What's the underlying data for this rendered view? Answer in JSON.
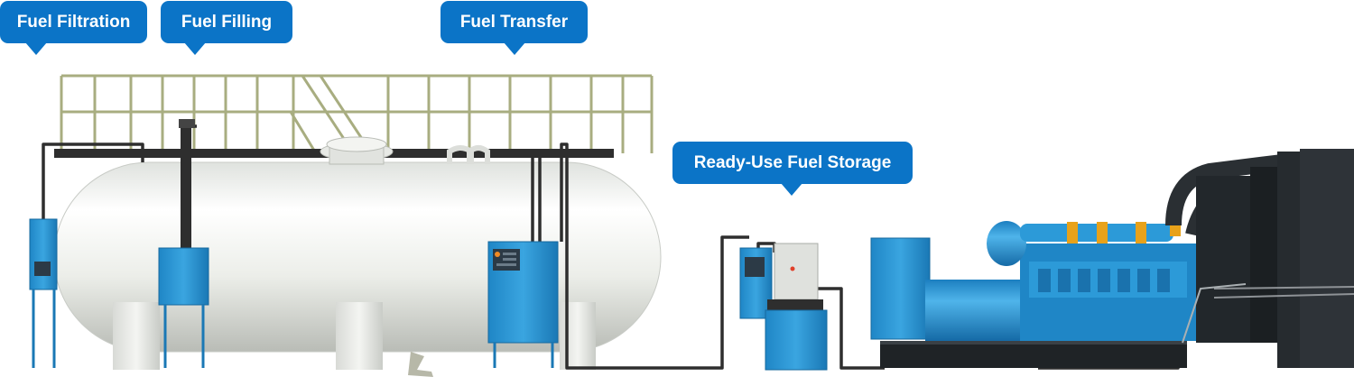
{
  "callouts": {
    "fuel_filtration": "Fuel Filtration",
    "fuel_filling": "Fuel Filling",
    "fuel_transfer": "Fuel Transfer",
    "ready_use_storage": "Ready-Use Fuel Storage"
  },
  "colors": {
    "callout_blue": "#0b74c7",
    "equipment_blue": "#2b9ad8",
    "tank_white": "#eef0ec",
    "railing_green": "#a8ad80",
    "pipe_dark": "#2e2e2e",
    "skid_black": "#1f2326"
  }
}
